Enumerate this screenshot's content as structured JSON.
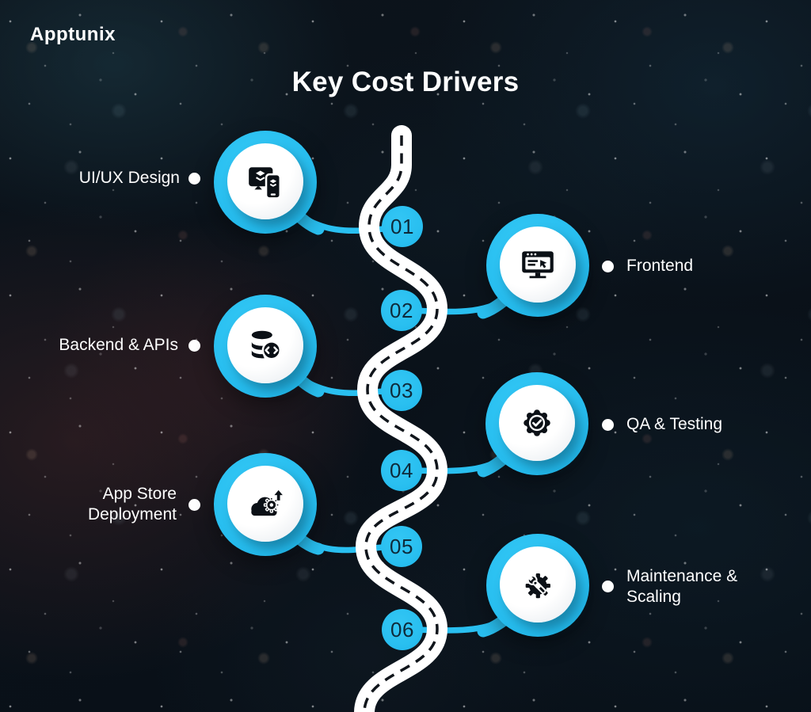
{
  "brand": {
    "logo_text": "Apptunix"
  },
  "title": "Key Cost Drivers",
  "colors": {
    "accent_cyan": "#29BFF0",
    "road_white": "#FFFFFF",
    "road_dash_black": "#10151B",
    "node_number_text": "#0E2A3A",
    "background_dark": "#0A1119",
    "label_text": "#FFFFFF"
  },
  "road": {
    "style": "dashed-center-road",
    "direction": "winding top to bottom"
  },
  "items": [
    {
      "num": "01",
      "label": "UI/UX Design",
      "side": "left",
      "icon": "devices-design-icon"
    },
    {
      "num": "02",
      "label": "Frontend",
      "side": "right",
      "icon": "browser-window-icon"
    },
    {
      "num": "03",
      "label": "Backend & APIs",
      "side": "left",
      "icon": "database-code-icon"
    },
    {
      "num": "04",
      "label": "QA & Testing",
      "side": "right",
      "icon": "badge-check-icon"
    },
    {
      "num": "05",
      "label": "App Store Deployment",
      "side": "left",
      "icon": "cloud-upload-gear-icon"
    },
    {
      "num": "06",
      "label": "Maintenance & Scaling",
      "side": "right",
      "icon": "gear-wrench-icon"
    }
  ]
}
